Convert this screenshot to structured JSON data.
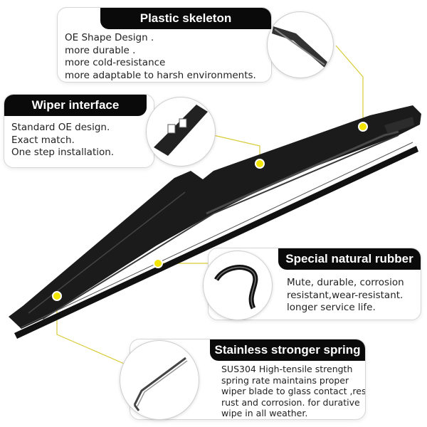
{
  "callouts": {
    "plastic_skeleton": {
      "title": "Plastic skeleton",
      "lines": [
        "OE Shape Design .",
        "more durable .",
        "more cold-resistance",
        "more adaptable to harsh environments."
      ]
    },
    "wiper_interface": {
      "title": "Wiper interface",
      "lines": [
        "Standard OE design.",
        "Exact match.",
        "One step installation."
      ]
    },
    "natural_rubber": {
      "title": "Special natural rubber",
      "lines": [
        "Mute, durable, corrosion",
        "resistant,wear-resistant.",
        "longer service life."
      ]
    },
    "spring": {
      "title": "Stainless stronger spring",
      "lines": [
        "SUS304 High-tensile strength",
        "spring rate maintains proper",
        "wiper blade to glass contact ,resist",
        "rust and corrosion. for durative",
        "wipe in all weather."
      ]
    }
  },
  "colors": {
    "marker": "#f2e600",
    "leader": "#d9cc3a",
    "blade": "#1a1a1a",
    "title_bg": "#0a0a0a"
  }
}
